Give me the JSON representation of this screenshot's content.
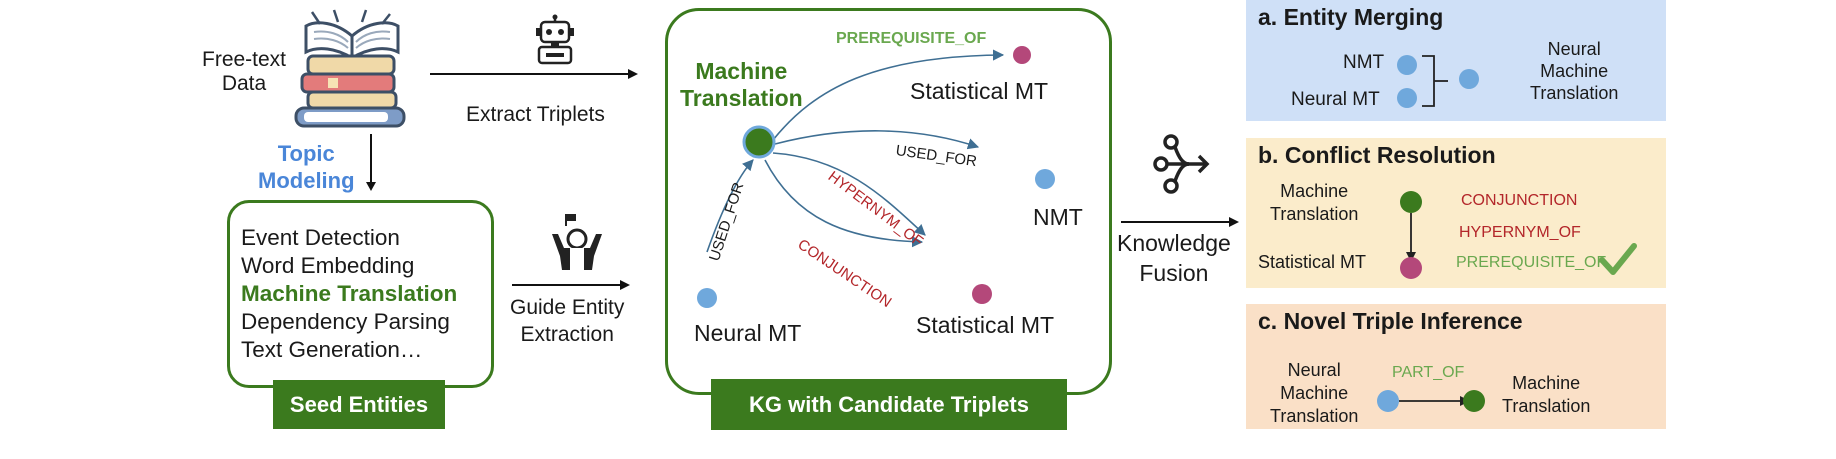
{
  "source": {
    "data_label": [
      "Free-text",
      "Data"
    ],
    "topic_label": [
      "Topic",
      "Modeling"
    ],
    "extract_label": "Extract Triplets",
    "guide_label": [
      "Guide Entity",
      "Extraction"
    ],
    "fusion_label": [
      "Knowledge",
      "Fusion"
    ]
  },
  "seed": {
    "entities": [
      "Event Detection",
      "Word Embedding",
      "Machine Translation",
      "Dependency Parsing",
      "Text Generation…"
    ],
    "banner": "Seed Entities"
  },
  "kg": {
    "banner": "KG with Candidate Triplets",
    "nodes": {
      "center": [
        "Machine",
        "Translation"
      ],
      "stat_top": "Statistical MT",
      "nmt": "NMT",
      "neural": "Neural MT",
      "stat_bottom": "Statistical MT"
    },
    "edges": {
      "prereq": "PREREQUISITE_OF",
      "used_for_right": "USED_FOR",
      "hypernym": "HYPERNYM_OF",
      "conjunction": "CONJUNCTION",
      "used_for_left": "USED_FOR"
    }
  },
  "panels": {
    "merging": {
      "title": "a.  Entity Merging",
      "left": [
        "NMT",
        "Neural MT"
      ],
      "result": [
        "Neural",
        "Machine",
        "Translation"
      ],
      "bg": "#cfe0f7"
    },
    "conflict": {
      "title": "b.  Conflict Resolution",
      "top": [
        "Machine",
        "Translation"
      ],
      "bottom": "Statistical MT",
      "options": [
        "CONJUNCTION",
        "HYPERNYM_OF",
        "PREREQUISITE_OF"
      ],
      "bg": "#fbeccb"
    },
    "novel": {
      "title": "c.  Novel Triple Inference",
      "left": [
        "Neural",
        "Machine",
        "Translation"
      ],
      "edge": "PART_OF",
      "right": [
        "Machine",
        "Translation"
      ],
      "bg": "#fae0c7"
    }
  },
  "colors": {
    "green": "#3b7a1e",
    "node_blue": "#6fa8dc",
    "node_pink": "#b4487a",
    "edge": "#3f6f93",
    "red_label": "#b3262a"
  },
  "icons": [
    "books-icon",
    "robot-icon",
    "person-icon",
    "fusion-icon",
    "checkmark-icon"
  ]
}
